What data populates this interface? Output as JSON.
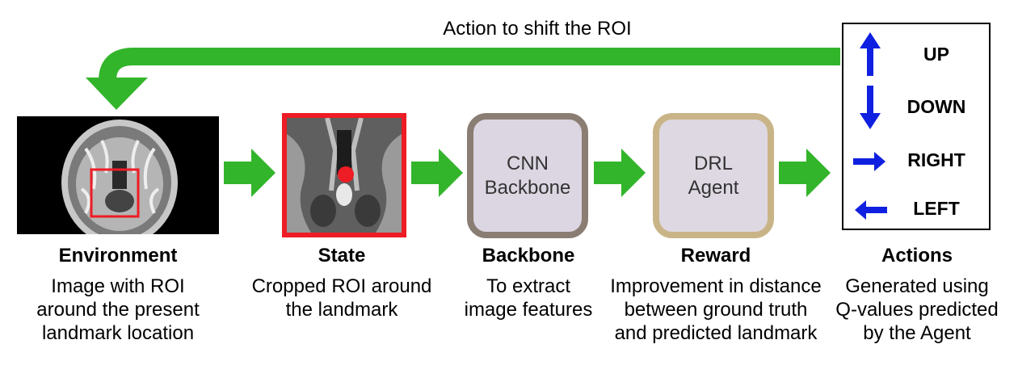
{
  "feedback": {
    "label": "Action to shift the ROI"
  },
  "modules": {
    "backbone": {
      "lines": [
        "CNN",
        "Backbone"
      ]
    },
    "agent": {
      "lines": [
        "DRL",
        "Agent"
      ]
    }
  },
  "actions_panel": {
    "items": [
      {
        "label": "UP",
        "icon": "arrow-up-icon"
      },
      {
        "label": "DOWN",
        "icon": "arrow-down-icon"
      },
      {
        "label": "RIGHT",
        "icon": "arrow-right-icon"
      },
      {
        "label": "LEFT",
        "icon": "arrow-left-icon"
      }
    ]
  },
  "columns": [
    {
      "title": "Environment",
      "desc": [
        "Image with ROI",
        "around the present",
        "landmark location"
      ]
    },
    {
      "title": "State",
      "desc": [
        "Cropped ROI around",
        "the landmark"
      ]
    },
    {
      "title": "Backbone",
      "desc": [
        "To extract",
        "image features"
      ]
    },
    {
      "title": "Reward",
      "desc": [
        "Improvement in distance",
        "between ground truth",
        "and predicted landmark"
      ]
    },
    {
      "title": "Actions",
      "desc": [
        "Generated using",
        "Q-values predicted",
        "by the Agent"
      ]
    }
  ],
  "colors": {
    "flow_arrow": "#33b52b",
    "roi_box": "#ee1c24",
    "action_arrow": "#1020e0",
    "backbone_border": "#8a7d73",
    "agent_border": "#c9b487",
    "module_fill": "#dcd6e2"
  }
}
